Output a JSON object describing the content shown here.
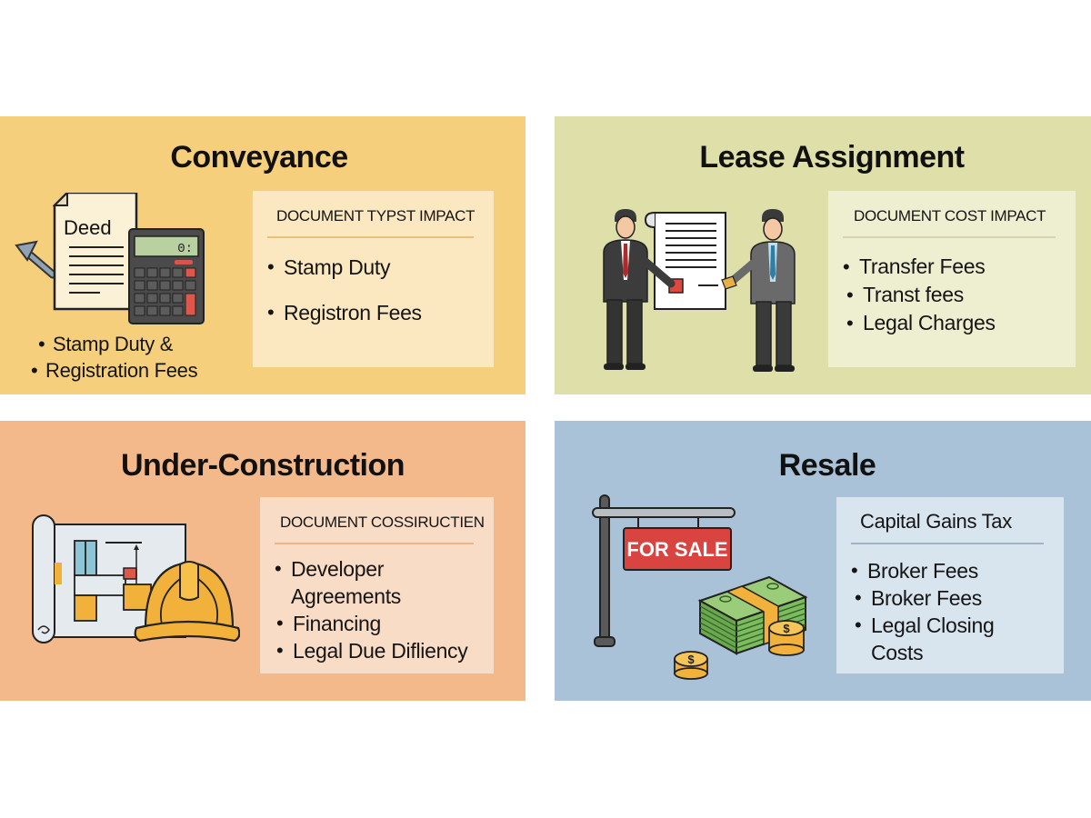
{
  "colors": {
    "page_bg": "#ffffff",
    "conveyance_bg": "#f6cf7c",
    "conveyance_box": "#fbe7c0",
    "conveyance_rule": "#e8c27c",
    "lease_bg": "#dfdfa9",
    "lease_box": "#eeeed1",
    "lease_rule": "#d4d4ae",
    "construction_bg": "#f3b98a",
    "construction_box": "#f9dcc6",
    "construction_rule": "#e9b58e",
    "resale_bg": "#a9c2d8",
    "resale_box": "#d8e4ee",
    "resale_rule": "#9fb5c7"
  },
  "panels": {
    "conveyance": {
      "title": "Conveyance",
      "illustration": {
        "icons": [
          "deed-document-icon",
          "calculator-icon",
          "arrow-icon"
        ],
        "deed_label": "Deed",
        "calculator_display": "0:"
      },
      "side_bullets": [
        "Stamp Duty &",
        "Registration Fees"
      ],
      "box": {
        "heading": "DOCUMENT TYPST IMPACT",
        "bullets": [
          "Stamp Duty",
          "Registron Fees"
        ]
      }
    },
    "lease_assignment": {
      "title": "Lease Assignment",
      "illustration": {
        "icons": [
          "businessman-icon",
          "lease-document-icon",
          "businessman-icon"
        ]
      },
      "box": {
        "heading": "DOCUMENT COST IMPACT",
        "bullets": [
          "Transfer Fees",
          "Transt fees",
          "Legal Charges"
        ]
      }
    },
    "under_construction": {
      "title": "Under-Construction",
      "illustration": {
        "icons": [
          "blueprint-icon",
          "hard-hat-icon"
        ]
      },
      "box": {
        "heading": "DOCUMENT COSSIRUCTIEN",
        "bullets": [
          "Developer Agreements",
          "Financing",
          "Legal Due Difliency"
        ]
      }
    },
    "resale": {
      "title": "Resale",
      "illustration": {
        "icons": [
          "for-sale-sign-icon",
          "cash-stack-icon",
          "coin-stack-icon"
        ],
        "sign_label": "FOR SALE",
        "coin_symbol": "$"
      },
      "box": {
        "heading": "Capital Gains Tax",
        "bullets": [
          "Broker Fees",
          "Broker Fees",
          "Legal Closing Costs"
        ]
      }
    }
  }
}
